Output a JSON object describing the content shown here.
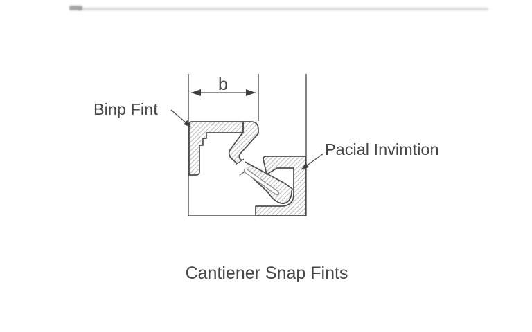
{
  "figure": {
    "caption": "Cantiener Snap Fints",
    "dimension_label": "b",
    "labels": {
      "left_part": "Binp Fint",
      "right_part": "Pacial Invimtion"
    },
    "parts": [
      {
        "name": "left-snap-part",
        "label": "Binp Fint"
      },
      {
        "name": "right-receiver-part",
        "label": "Pacial Invimtion"
      }
    ],
    "colors": {
      "line": "#4d4d4d",
      "hatch": "#b3b3b3",
      "text": "#474747",
      "background": "#ffffff"
    }
  }
}
